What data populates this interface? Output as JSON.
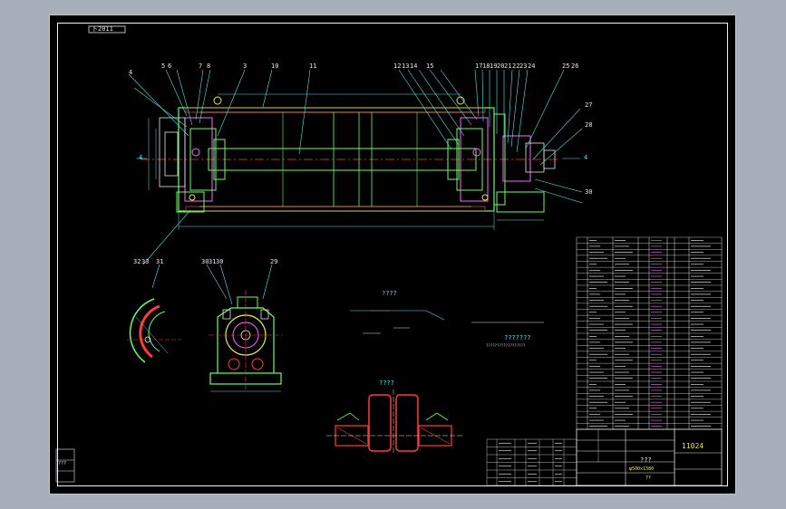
{
  "drawing": {
    "stamp": "卜2011",
    "title_block": {
      "drawing_number": "11024",
      "label_top": "???",
      "label_bottom": "φ500x1380",
      "sheet": "??"
    },
    "side_label": "???",
    "part_numbers_top": [
      "4",
      "5",
      "6",
      "7",
      "8",
      "3",
      "10",
      "11",
      "12",
      "13",
      "14",
      "15",
      "17",
      "18",
      "19",
      "20",
      "21",
      "22",
      "23",
      "24",
      "25",
      "26",
      "27",
      "28",
      "30"
    ],
    "part_numbers_bottom": [
      "32",
      "33",
      "31",
      "30",
      "31",
      "30",
      "29"
    ],
    "side_markers": [
      "4",
      "4"
    ],
    "center_text_1": "????",
    "center_text_2": "????",
    "center_small": "??????????????????",
    "tech_req": "???????"
  },
  "colors": {
    "background": "#000000",
    "frame": "#c8c8c8",
    "cyan": "#4fe8e8",
    "green": "#66ff66",
    "yellow": "#e8e84f",
    "red": "#ff3b3b",
    "magenta": "#ff66ff"
  }
}
